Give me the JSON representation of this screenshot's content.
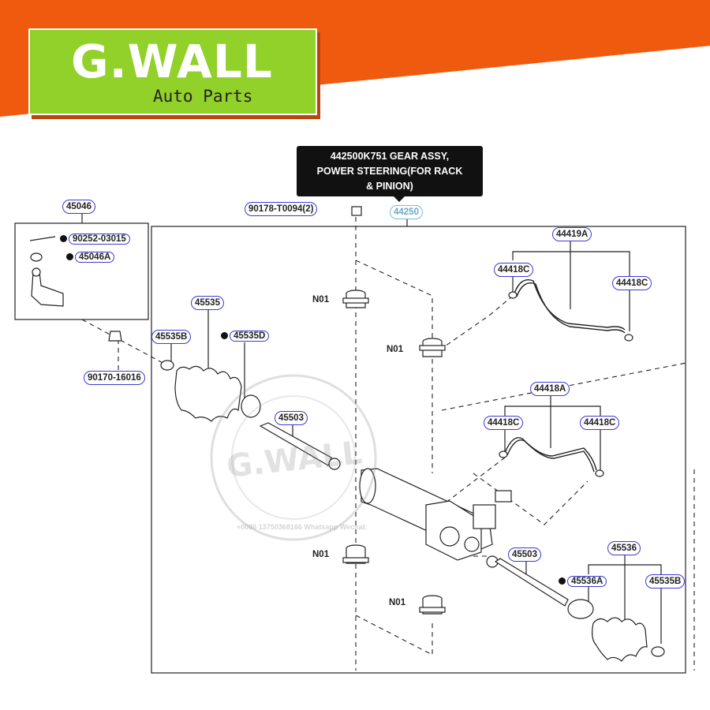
{
  "banner": {
    "brand_name": "G.WALL",
    "brand_tagline": "Auto Parts",
    "colors": {
      "banner_orange": "#f05a0e",
      "logo_green": "#92d02a",
      "shadow": "#b8460f"
    }
  },
  "tooltip": {
    "text_line1": "442500K751 GEAR ASSY,",
    "text_line2": "POWER STEERING(FOR RACK",
    "text_line3": "& PINION)"
  },
  "watermark": {
    "brand": "G.WALL",
    "contact": "+0086 13750368166 Whatsapp Wechat:"
  },
  "labels": {
    "p45046": "45046",
    "p90252": "90252-03015",
    "p45046A": "45046A",
    "p90170": "90170-16016",
    "p90178": "90178-T0094(2)",
    "p44250": "44250",
    "p45535": "45535",
    "p45535B_left": "45535B",
    "p45535D": "45535D",
    "p45503_top": "45503",
    "n01_a": "N01",
    "n01_b": "N01",
    "n01_c": "N01",
    "n01_d": "N01",
    "p44419A": "44419A",
    "p44418C_1": "44418C",
    "p44418C_2": "44418C",
    "p44418A": "44418A",
    "p44418C_3": "44418C",
    "p44418C_4": "44418C",
    "p45503_bottom": "45503",
    "p45536": "45536",
    "p45536A": "45536A",
    "p45535B_right": "45535B"
  }
}
